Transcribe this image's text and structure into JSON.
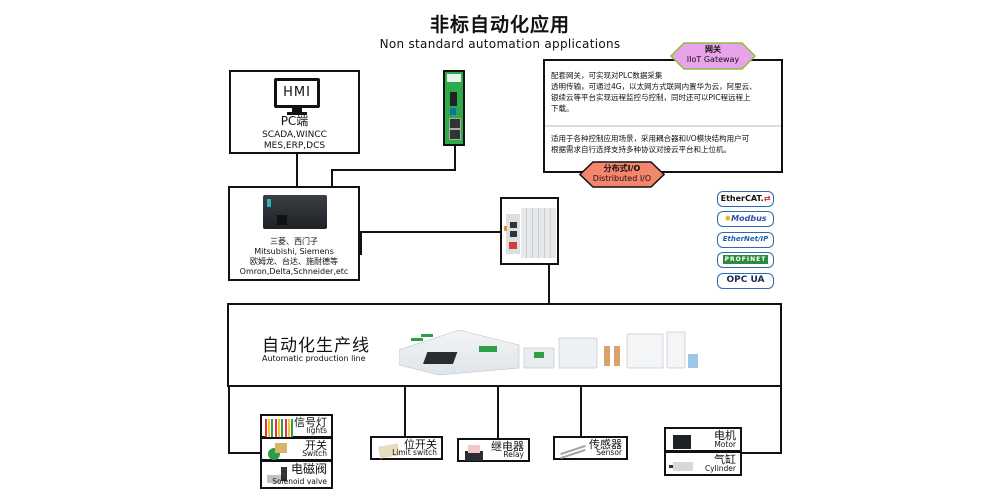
{
  "title": {
    "cn": "非标自动化应用",
    "en": "Non standard automation applications"
  },
  "hmi": {
    "screen_label": "HMI",
    "label": "PC端",
    "sub1": "SCADA,WINCC",
    "sub2": "MES,ERP,DCS",
    "icon": "monitor-icon"
  },
  "gateway": {
    "badge_cn": "网关",
    "badge_en": "IIoT Gateway",
    "badge_color": "#e9a3ea",
    "device_icon": "gateway-device-icon",
    "info_lines": [
      "配套网关，可实现对PLC数据采集",
      "透明传输，可通过4G，以太网方式联网内置华为云，阿里云、",
      "银续云等平台实现远程监控与控制，同时还可以PIC程远程上",
      "下载。"
    ]
  },
  "distributed_io": {
    "badge_cn": "分布式I/O",
    "badge_en": "Distributed I/O",
    "badge_color": "#f4866b",
    "info_lines": [
      "适用于各种控制应用场景，采用耦合器和I/O模块结构用户可",
      "根据需求自行选择支持多种协议对接云平台和上位机。"
    ],
    "device_icon": "io-module-icon"
  },
  "plc": {
    "line1": "三菱、西门子",
    "line2": "Mitsubishi, Siemens",
    "line3": "欧姆龙、台达、施耐德等",
    "line4": "Omron,Delta,Schneider,etc",
    "icon": "plc-icon"
  },
  "protocols": [
    {
      "label": "EtherCAT.",
      "icon": "ethercat-logo"
    },
    {
      "label": "Modbus",
      "icon": "modbus-logo"
    },
    {
      "label": "EtherNet/IP",
      "icon": "ethernet-ip-logo"
    },
    {
      "label": "PROFINET",
      "icon": "profinet-logo"
    },
    {
      "label": "OPC UA",
      "icon": "opc-ua-logo"
    }
  ],
  "production_line": {
    "cn": "自动化生产线",
    "en": "Automatic production line",
    "icon": "production-line-image"
  },
  "devices": {
    "lights": {
      "cn": "信号灯",
      "en": "lights"
    },
    "switch": {
      "cn": "开关",
      "en": "Switch"
    },
    "solenoid": {
      "cn": "电磁阀",
      "en": "Solenoid valve"
    },
    "limit_switch": {
      "cn": "位开关",
      "en": "Limit switch"
    },
    "relay": {
      "cn": "继电器",
      "en": "Relay"
    },
    "sensor": {
      "cn": "传感器",
      "en": "Sensor"
    },
    "motor": {
      "cn": "电机",
      "en": "Motor"
    },
    "cylinder": {
      "cn": "气缸",
      "en": "Cylinder"
    }
  }
}
